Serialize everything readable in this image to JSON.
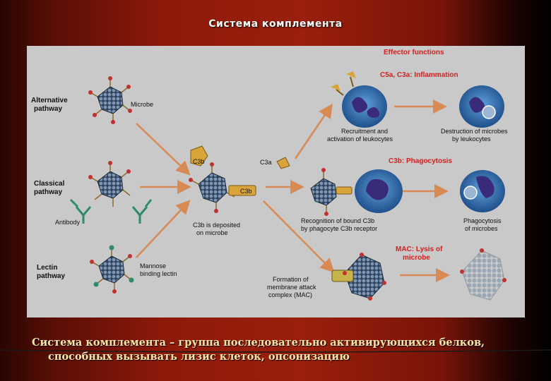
{
  "slide": {
    "title": "Система комплемента",
    "caption_line1": "Система комплемента – группа последовательно активирующихся белков,",
    "caption_line2": "способных вызывать лизис клеток, опсонизацию"
  },
  "diagram": {
    "effector_header": "Effector functions",
    "inflammation_header": "C5a, C3a: Inflammation",
    "phagocytosis_header": "C3b: Phagocytosis",
    "mac_header_1": "MAC: Lysis of",
    "mac_header_2": "microbe",
    "alt_pathway_1": "Alternative",
    "alt_pathway_2": "pathway",
    "classical_pathway_1": "Classical",
    "classical_pathway_2": "pathway",
    "lectin_pathway_1": "Lectin",
    "lectin_pathway_2": "pathway",
    "microbe_label": "Microbe",
    "antibody_label": "Antibody",
    "mannose_label_1": "Mannose",
    "mannose_label_2": "binding lectin",
    "c3b_top": "C3b",
    "c3b_center": "C3b",
    "c3a_label": "C3a",
    "deposit_1": "C3b is deposited",
    "deposit_2": "on microbe",
    "recruit_1": "Recruitment and",
    "recruit_2": "activation of leukocytes",
    "destruct_1": "Destruction of microbes",
    "destruct_2": "by leukocytes",
    "recog_1": "Recognition of bound C3b",
    "recog_2": "by phagocyte C3b receptor",
    "phago_1": "Phagocytosis",
    "phago_2": "of microbes",
    "mac_form_1": "Formation of",
    "mac_form_2": "membrane attack",
    "mac_form_3": "complex (MAC)"
  },
  "colors": {
    "header_red": "#d42020",
    "arrow_orange": "#e8a070",
    "microbe_blue": "#3d5570",
    "cell_blue": "#2f6fb0",
    "nucleus_purple": "#3a2a7a",
    "c3_gold": "#d9a43a"
  }
}
